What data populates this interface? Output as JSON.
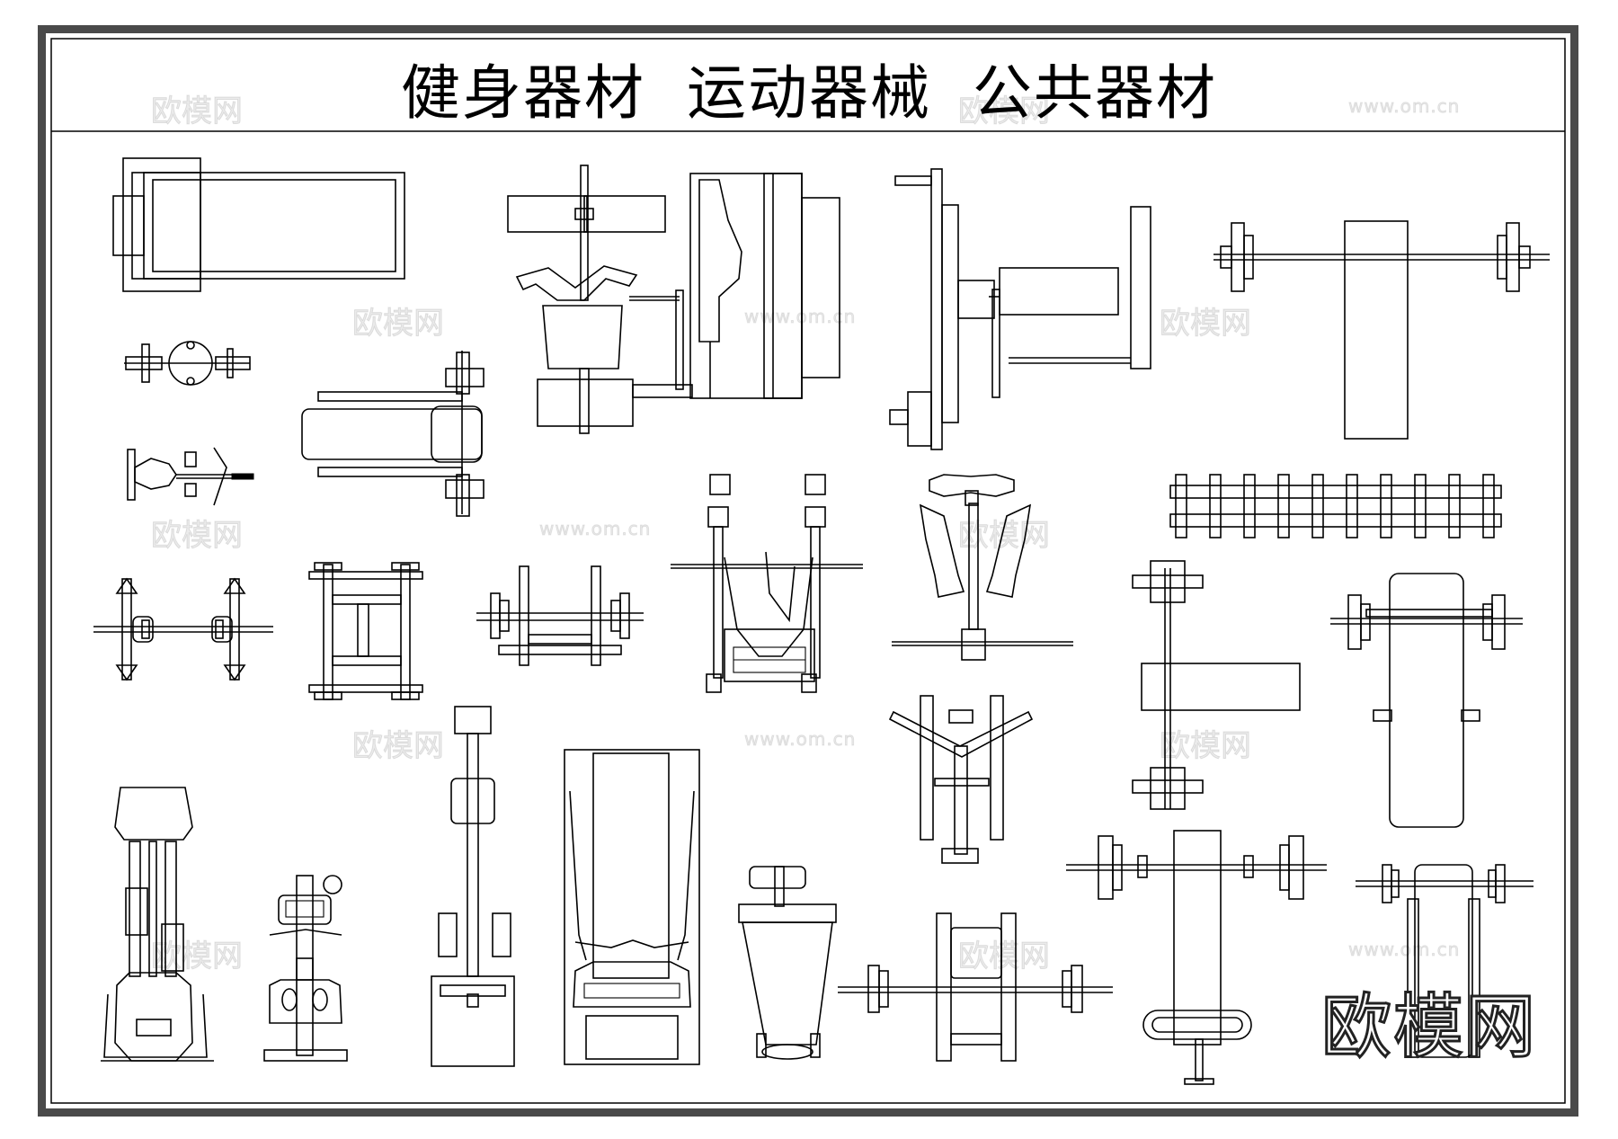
{
  "title": "健身器材  运动器械  公共器材",
  "brand_mark": "欧模网",
  "watermarks": {
    "logo_text": "欧模网",
    "url_text": "www.om.cn"
  },
  "colors": {
    "frame_gray": "#4a4a4a",
    "line": "#000000",
    "background": "#ffffff"
  },
  "equipment_icons": [
    "treadmill-top-view-icon",
    "ab-roller-icon",
    "flat-bench-with-barbell-icon",
    "dip-station-icon",
    "dumbbell-with-plates-icon",
    "chest-press-machine-icon",
    "leg-extension-machine-icon",
    "barbell-on-bench-icon",
    "squat-rack-icon",
    "dumbbell-rack-icon",
    "power-cage-icon",
    "seated-row-machine-icon",
    "abdominal-bench-icon",
    "dumbbell-stand-icon",
    "incline-bench-icon",
    "stepper-machine-icon",
    "upright-bike-icon",
    "rowing-machine-icon",
    "large-treadmill-icon",
    "decline-bench-icon",
    "bench-press-station-icon",
    "smith-press-station-icon",
    "preacher-bench-icon"
  ]
}
